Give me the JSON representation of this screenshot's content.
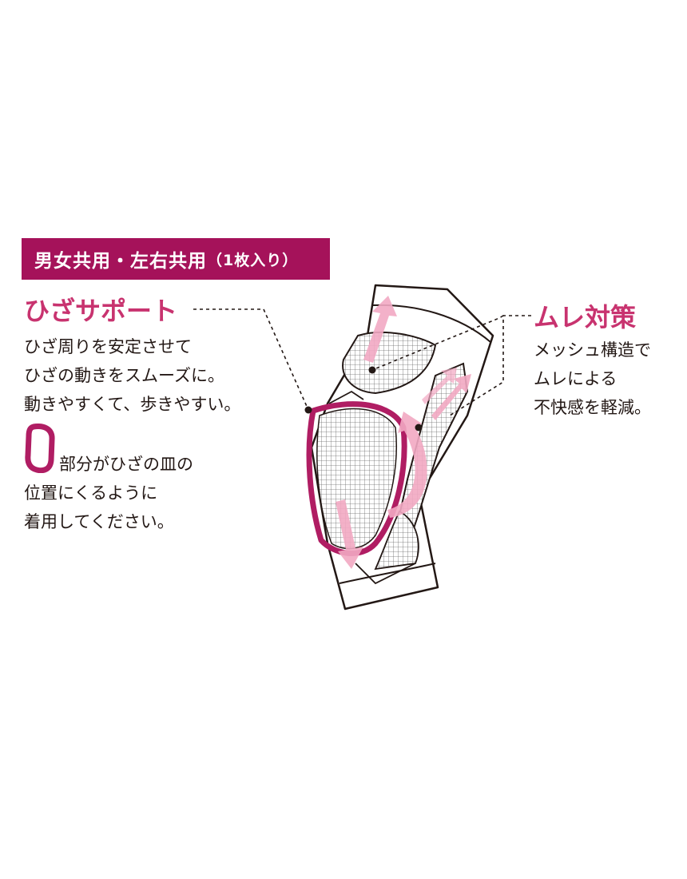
{
  "banner": {
    "main": "男女共用・左右共用",
    "sub": "（1枚入り）"
  },
  "knee_support": {
    "heading": "ひざサポート",
    "lines": [
      "ひざ周りを安定させて",
      "ひざの動きをスムーズに。",
      "動きやすくて、歩きやすい。"
    ]
  },
  "placement": {
    "line1": "部分がひざの皿の",
    "line2": "位置にくるように",
    "line3": "着用してください。"
  },
  "anti_humidity": {
    "heading": "ムレ対策",
    "lines": [
      "メッシュ構造で",
      "ムレによる",
      "不快感を軽減。"
    ]
  },
  "colors": {
    "banner": "#a5125a",
    "heading": "#c8336f",
    "outline": "#b01d63",
    "arrow": "#f2a9c3",
    "text": "#231815"
  }
}
